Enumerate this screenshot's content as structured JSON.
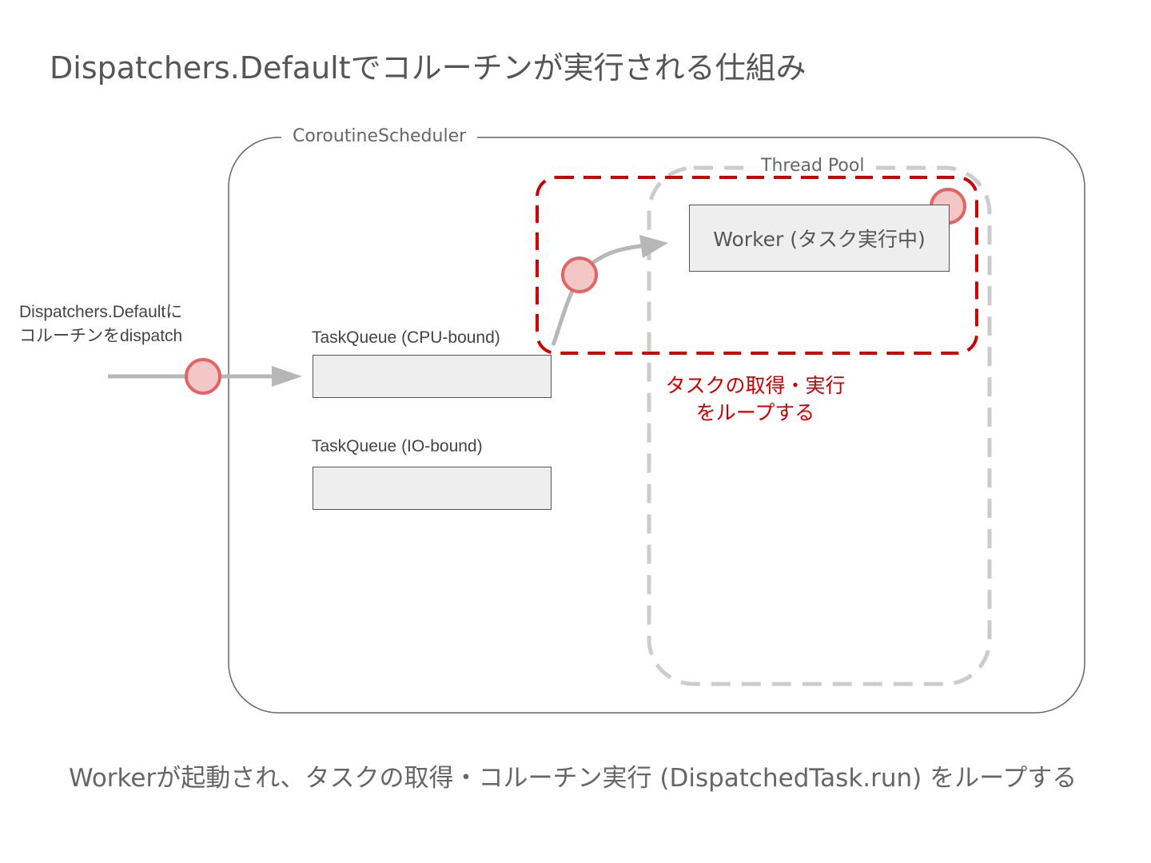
{
  "title": "Dispatchers.Defaultでコルーチンが実行される仕組み",
  "scheduler": {
    "label": "CoroutineScheduler"
  },
  "thread_pool": {
    "label": "Thread Pool"
  },
  "dispatch_label": {
    "line1": "Dispatchers.Defaultに",
    "line2": "コルーチンをdispatch"
  },
  "task_queues": [
    {
      "label": "TaskQueue (CPU-bound)"
    },
    {
      "label": "TaskQueue (IO-bound)"
    }
  ],
  "worker": {
    "label": "Worker (タスク実行中)"
  },
  "loop_note": {
    "line1": "タスクの取得・実行",
    "line2": "をループする"
  },
  "caption": "Workerが起動され、タスクの取得・コルーチン実行 (DispatchedTask.run) をループする",
  "colors": {
    "accent_red": "#cc0000",
    "coroutine_fill": "#f4c7c7",
    "coroutine_stroke": "#e06666",
    "arrow_gray": "#b7b7b7",
    "pool_dash": "#cccccc"
  }
}
